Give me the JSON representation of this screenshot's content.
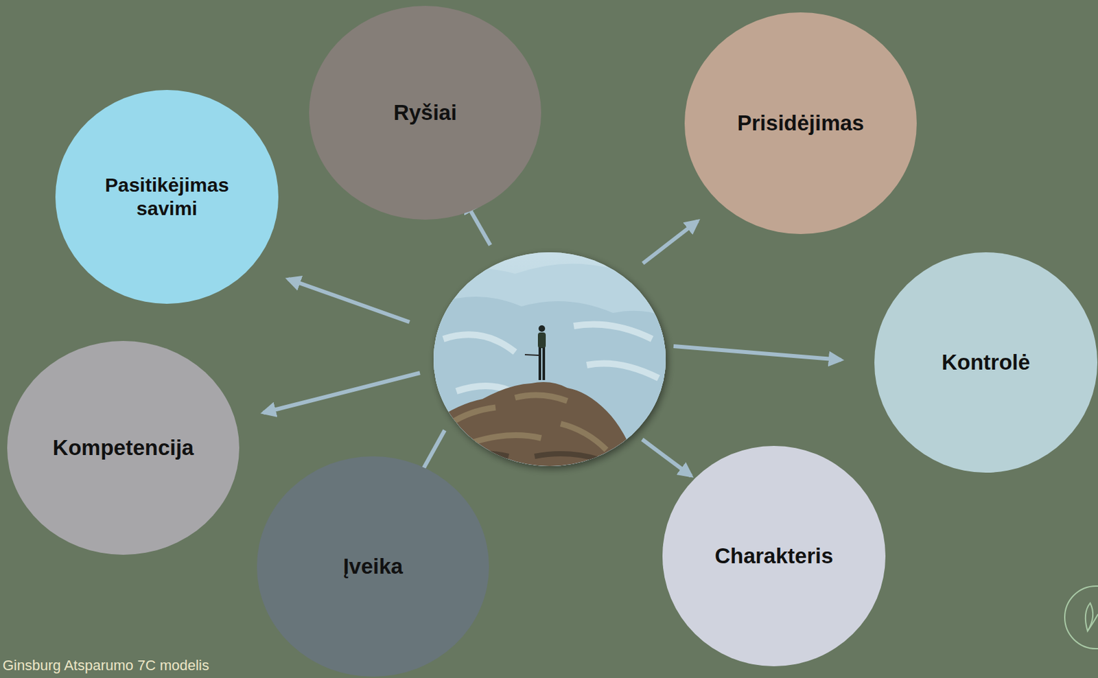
{
  "diagram": {
    "caption": "Ginsburg Atsparumo 7C modelis",
    "nodes": [
      {
        "text": [
          "Ryšiai"
        ]
      },
      {
        "text": [
          "Prisidėjimas"
        ]
      },
      {
        "text": [
          "Pasitikėjimas savimi"
        ]
      },
      {
        "text": [
          "Kontrolė"
        ]
      },
      {
        "text": [
          "Kompetencija"
        ]
      },
      {
        "text": [
          "Charakteris"
        ]
      },
      {
        "text": [
          "Įveika"
        ]
      }
    ]
  }
}
